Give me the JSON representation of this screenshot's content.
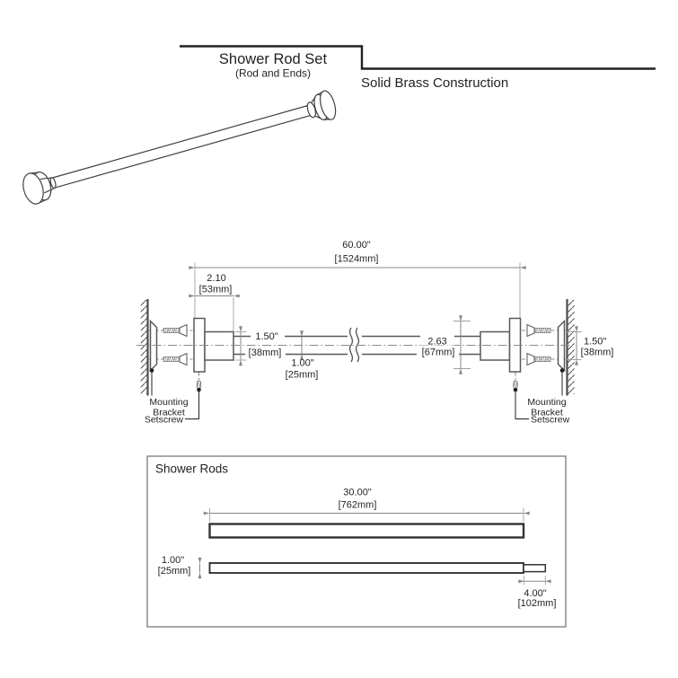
{
  "header": {
    "title": "Shower Rod Set",
    "subtitle": "(Rod and Ends)",
    "material_note": "Solid Brass Construction"
  },
  "installation_diagram": {
    "dims": {
      "overall_length": {
        "in": "60.00\"",
        "mm": "[1524mm]"
      },
      "bracket_projection": {
        "in": "2.10",
        "mm": "[53mm]"
      },
      "sleeve_diameter": {
        "in": "1.50\"",
        "mm": "[38mm]"
      },
      "rod_diameter": {
        "in": "1.00\"",
        "mm": "[25mm]"
      },
      "flange_diameter": {
        "in": "2.63",
        "mm": "[67mm]"
      },
      "bracket_diameter": {
        "in": "1.50\"",
        "mm": "[38mm]"
      }
    },
    "labels": {
      "mounting_bracket_line1": "Mounting",
      "mounting_bracket_line2": "Bracket",
      "setscrew": "Setscrew"
    }
  },
  "shower_rods_panel": {
    "title": "Shower Rods",
    "dims": {
      "rod_length": {
        "in": "30.00\"",
        "mm": "[762mm]"
      },
      "rod_diameter": {
        "in": "1.00\"",
        "mm": "[25mm]"
      },
      "tip_length": {
        "in": "4.00\"",
        "mm": "[102mm]"
      }
    }
  }
}
